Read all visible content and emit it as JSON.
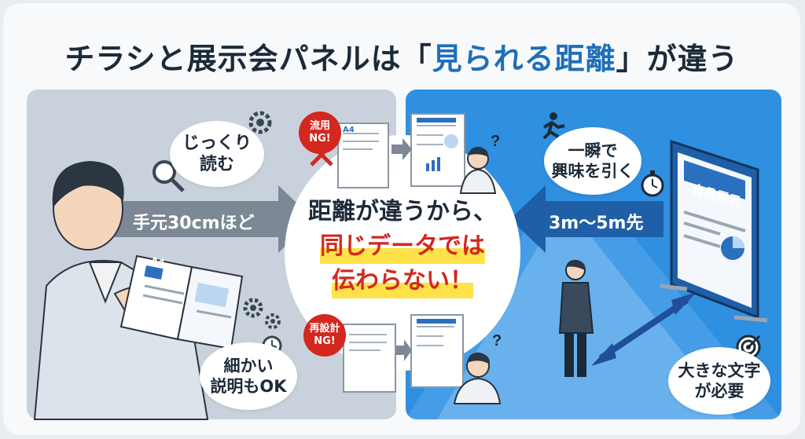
{
  "title": {
    "before": "チラシと展示会パネルは",
    "bracket_open": "「",
    "highlight": "見られる距離",
    "bracket_close": "」",
    "after": "が違う"
  },
  "left": {
    "distance_label": "手元30cmほど",
    "bubble_top": "じっくり\n読む",
    "bubble_bottom": "細かい\n説明もOK",
    "brochure_tag": "A4"
  },
  "right": {
    "distance_label": "3m〜5m先",
    "bubble_top": "一瞬で\n興味を引く",
    "bubble_bottom": "大きな文字\nが必要",
    "panel_heading": "自品展示"
  },
  "center": {
    "line1": "距離が違うから、",
    "line2": "同じデータでは",
    "line3": "伝わらない！"
  },
  "badges": {
    "top": "流用\nNG!",
    "bottom": "再設計\nNG!"
  },
  "doc_tags": {
    "top_source": "A4"
  },
  "colors": {
    "accent_blue": "#2f8fe0",
    "title_highlight": "#1f6fb8",
    "warning_red": "#d3281f",
    "marker_yellow": "#ffe24a",
    "left_bg": "#c9d2dc"
  },
  "icons": [
    "gear-icon",
    "magnifier-icon",
    "clock-icon",
    "runner-icon",
    "stopwatch-icon",
    "target-icon",
    "question-icon",
    "arrow-right-icon",
    "arrow-left-icon",
    "cross-icon"
  ]
}
